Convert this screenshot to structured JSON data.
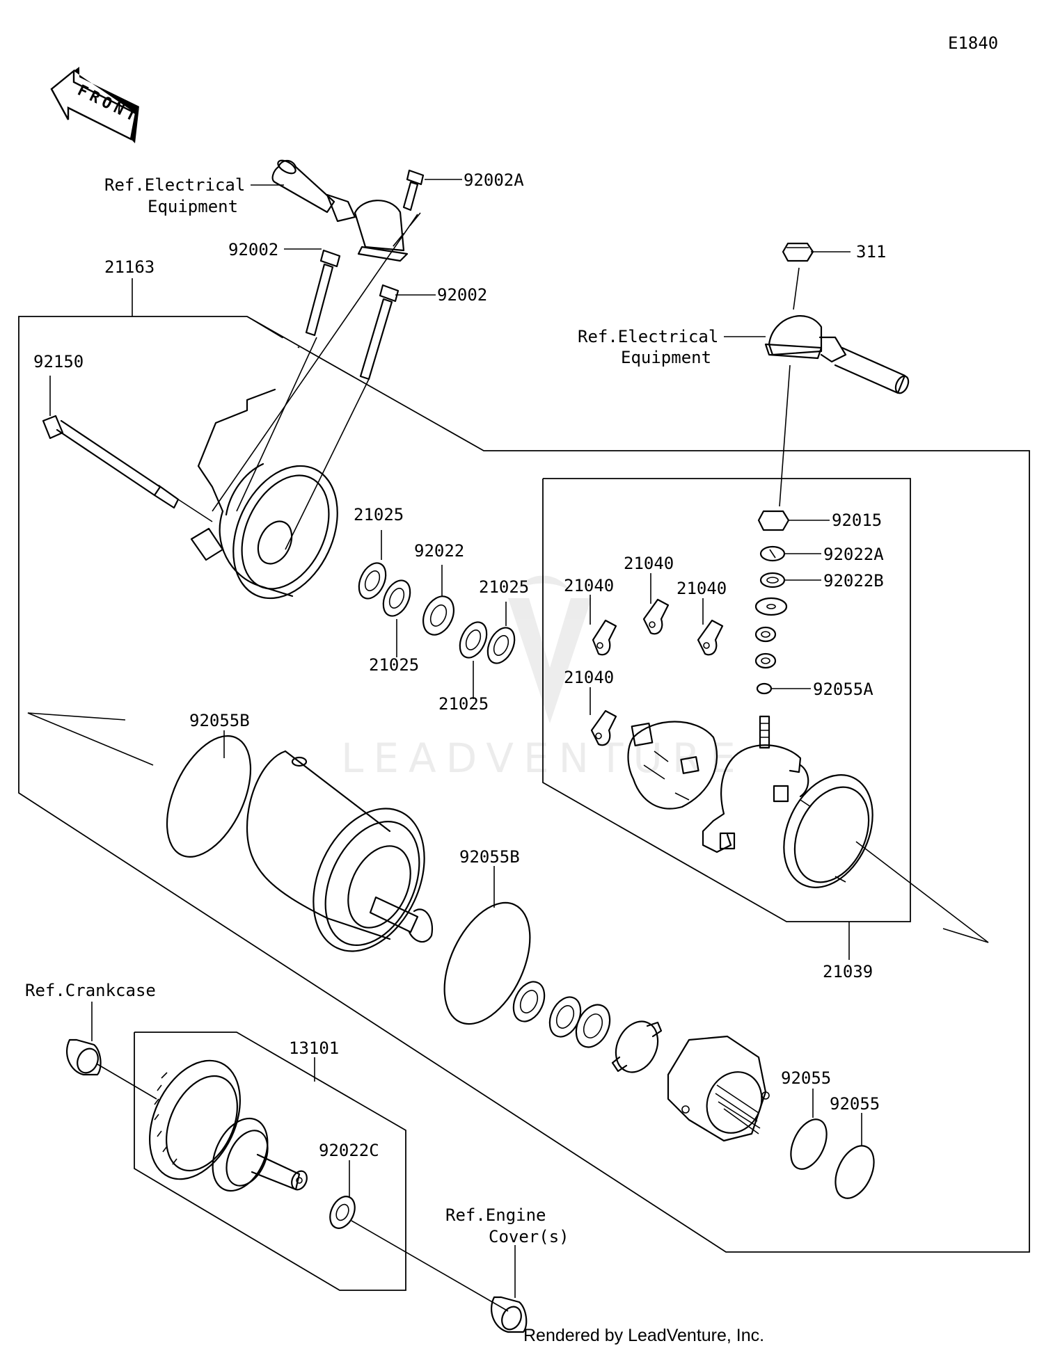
{
  "diagram_code": "E1840",
  "front_arrow_label": "FRONT",
  "ref_electrical_left": [
    "Ref.Electrical",
    "Equipment"
  ],
  "ref_electrical_right": [
    "Ref.Electrical",
    "Equipment"
  ],
  "ref_crankcase": "Ref.Crankcase",
  "ref_engine_cover": [
    "Ref.Engine",
    "Cover(s)"
  ],
  "watermark": "LEADVENTURE",
  "footer": "Rendered by LeadVenture, Inc.",
  "part_numbers": {
    "p92002A": "92002A",
    "p92002_1": "92002",
    "p92002_2": "92002",
    "p21163": "21163",
    "p92150": "92150",
    "p311": "311",
    "p92015": "92015",
    "p92022A": "92022A",
    "p92022B": "92022B",
    "p92055A": "92055A",
    "p21025_1": "21025",
    "p21025_2": "21025",
    "p21025_3": "21025",
    "p21025_4": "21025",
    "p92022": "92022",
    "p21040_1": "21040",
    "p21040_2": "21040",
    "p21040_3": "21040",
    "p21040_4": "21040",
    "p92055B_1": "92055B",
    "p92055B_2": "92055B",
    "p21039": "21039",
    "p13101": "13101",
    "p92022C": "92022C",
    "p92055_1": "92055",
    "p92055_2": "92055"
  }
}
